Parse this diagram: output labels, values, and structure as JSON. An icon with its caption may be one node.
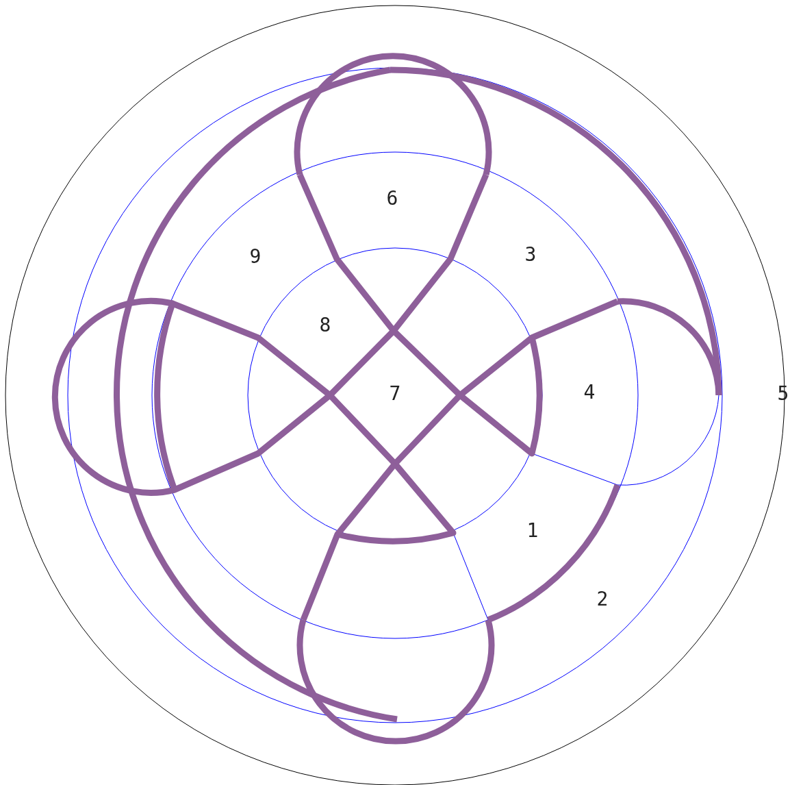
{
  "diagram": {
    "labels": [
      "6",
      "9",
      "3",
      "8",
      "7",
      "4",
      "5",
      "1",
      "2"
    ]
  }
}
